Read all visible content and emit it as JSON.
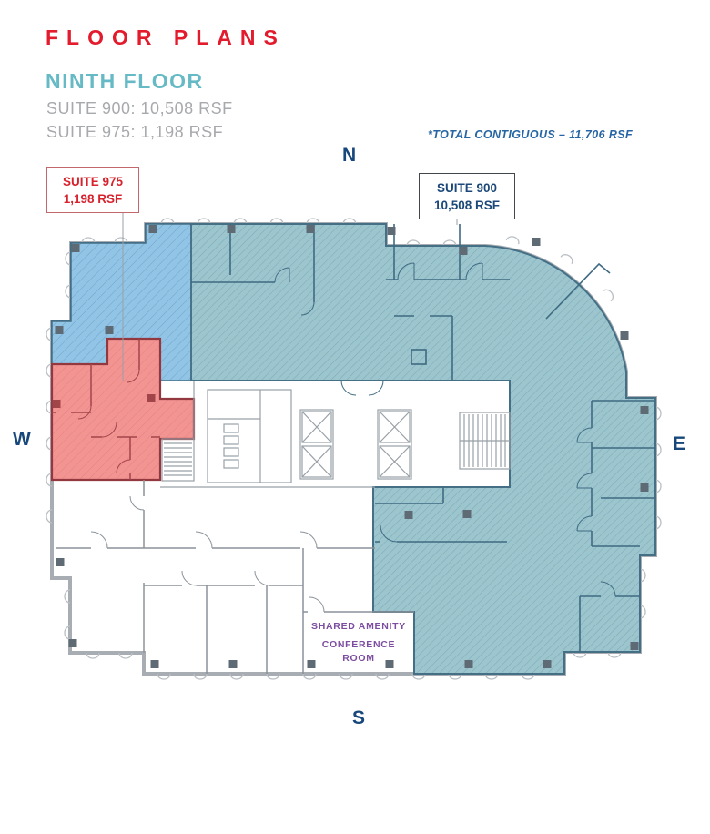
{
  "header": {
    "title": "FLOOR PLANS",
    "floor_name": "NINTH FLOOR",
    "suite_lines": [
      "SUITE 900: 10,508 RSF",
      "SUITE 975: 1,198 RSF"
    ],
    "contiguous_note": "*TOTAL CONTIGUOUS – 11,706 RSF"
  },
  "plan": {
    "suite_900_label": {
      "name": "SUITE 900",
      "area": "10,508 RSF"
    },
    "suite_975_label": {
      "name": "SUITE 975",
      "area": "1,198 RSF"
    },
    "amenity_label": {
      "line1": "SHARED AMENITY",
      "line2": "CONFERENCE",
      "line3": "ROOM"
    },
    "compass": {
      "north": "N",
      "east": "E",
      "south": "S",
      "west": "W"
    }
  },
  "colors": {
    "title_red": "#e21b2d",
    "floor_teal": "#66bac5",
    "subtitle_gray": "#a7a9ac",
    "note_blue": "#2766a4",
    "compass_navy": "#18487b",
    "suite900_fill": "#9dc5ce",
    "suite900_nw_fill": "#92c4e6",
    "suite975_fill": "#f29492",
    "suite975_wall": "#93383f",
    "amenity_purple": "#7c4da0"
  }
}
